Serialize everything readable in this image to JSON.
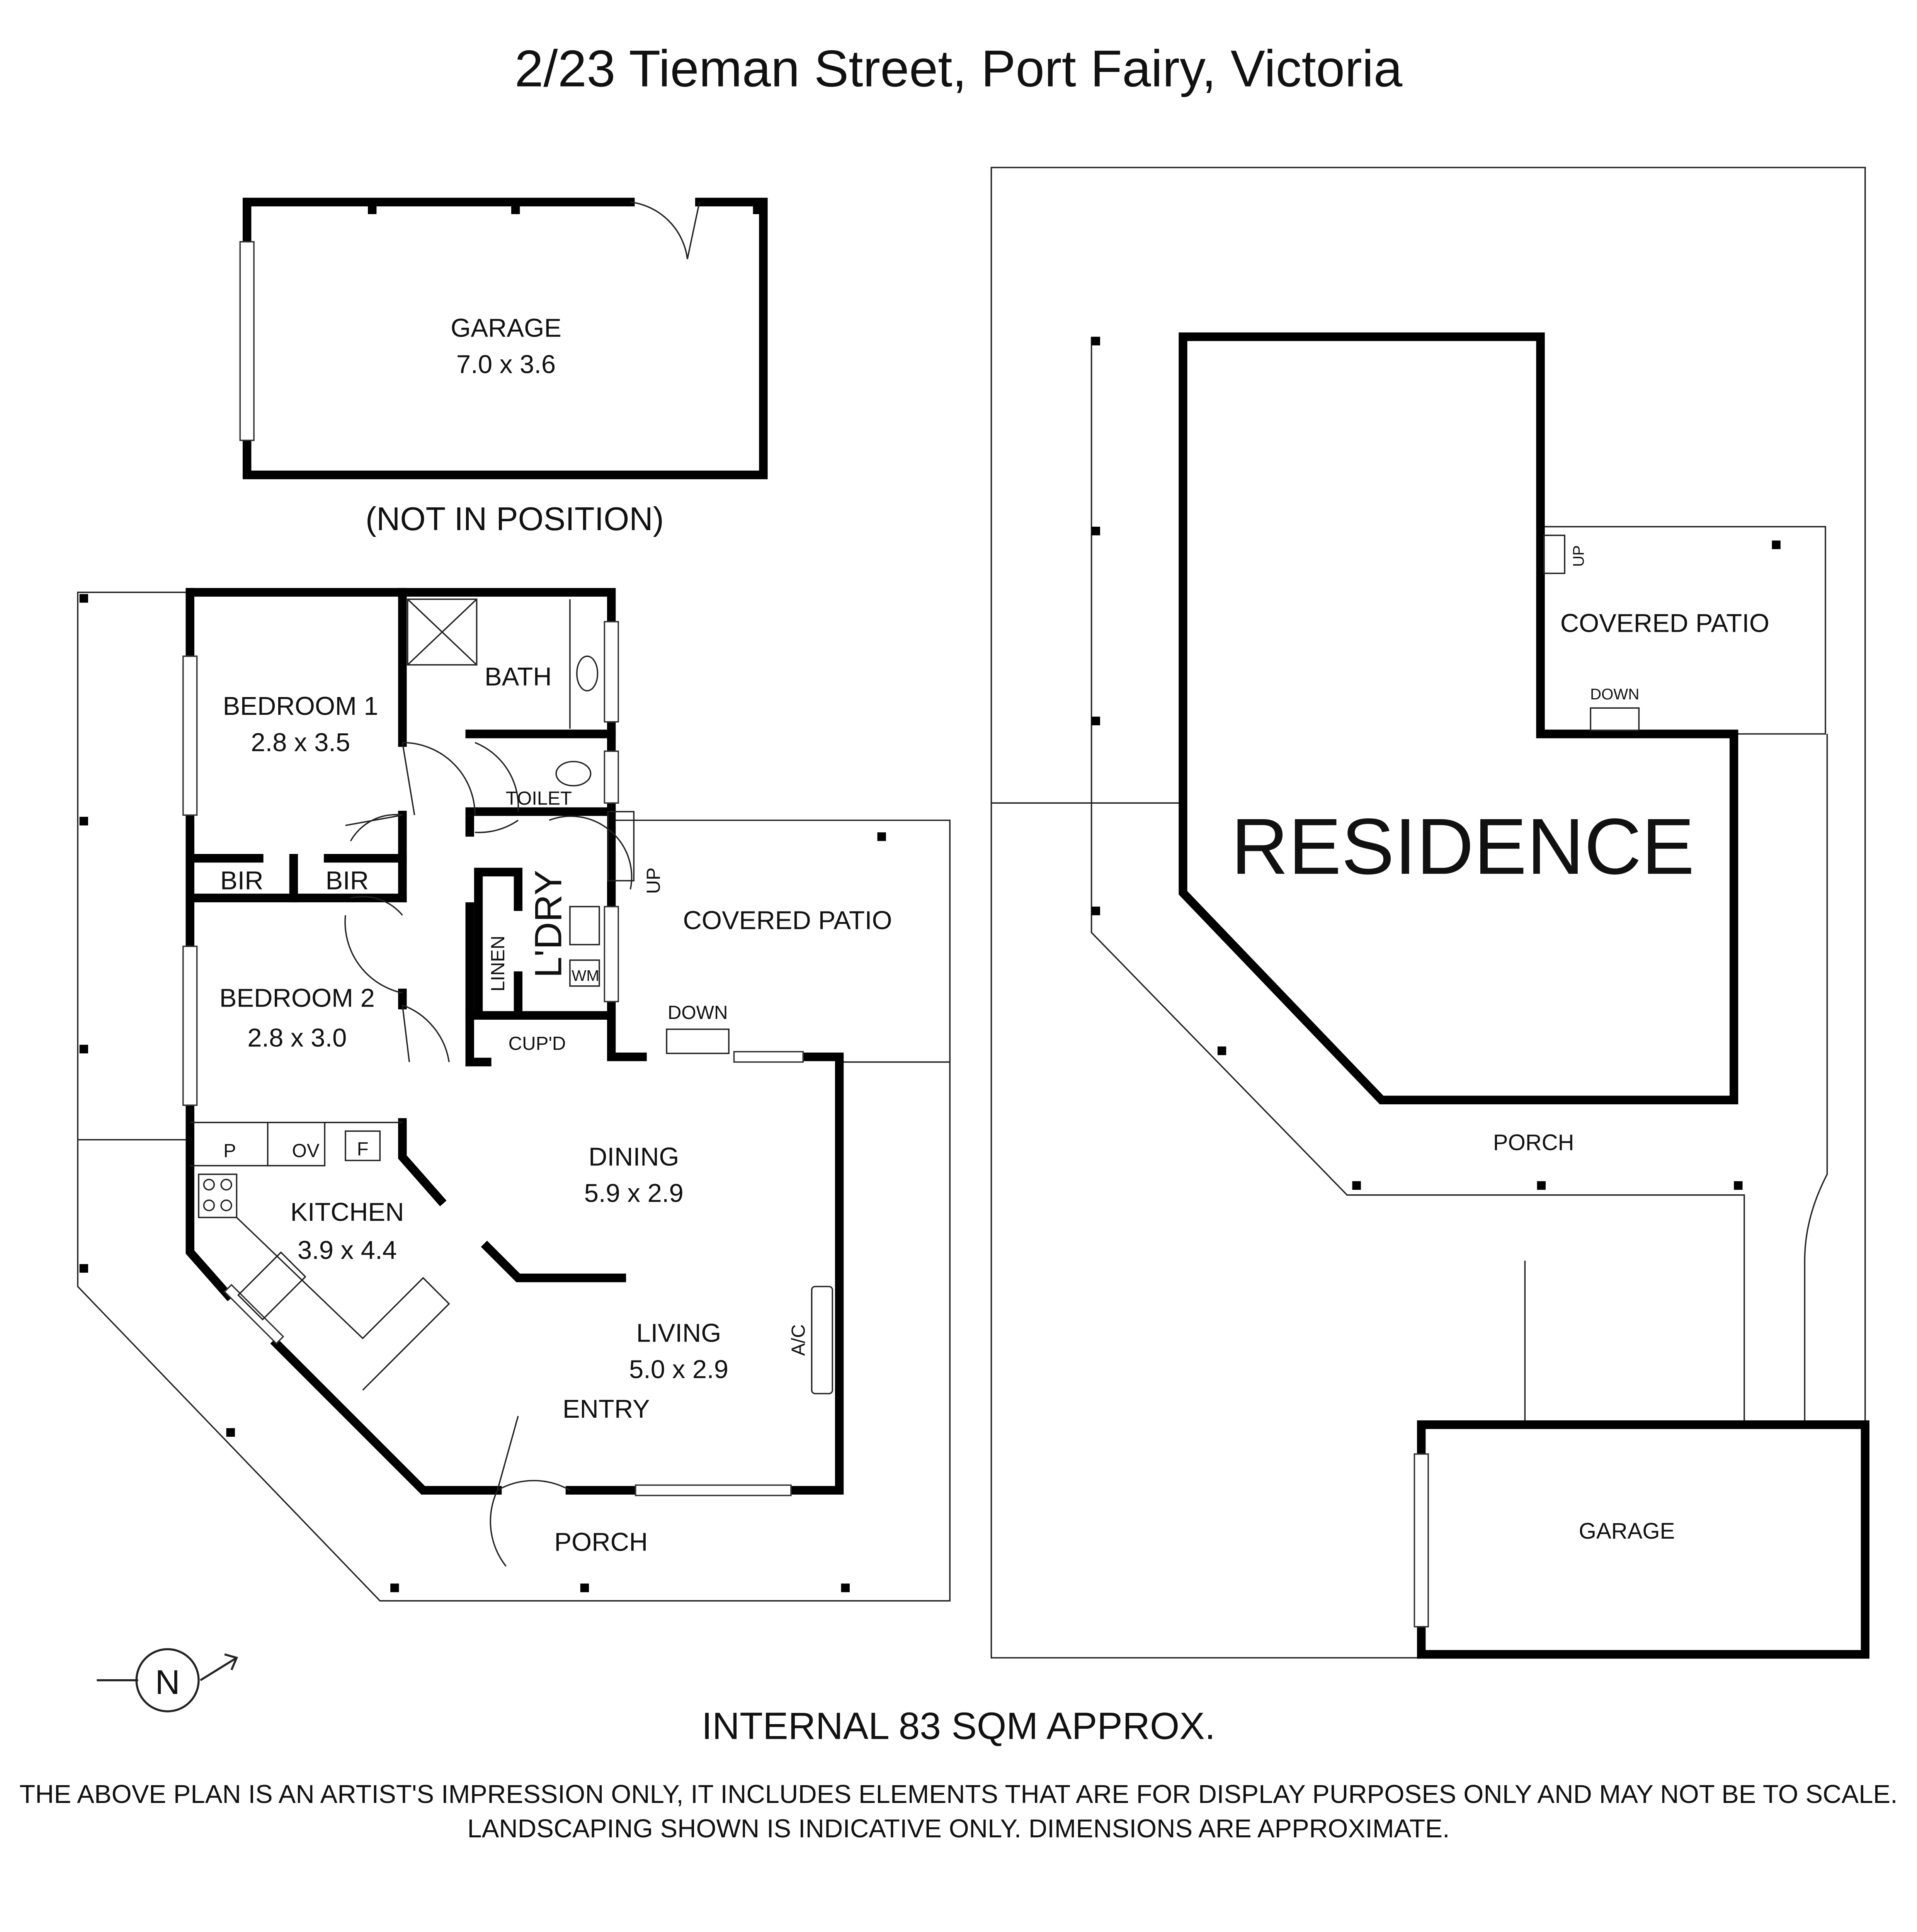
{
  "title": "2/23 Tieman Street, Port Fairy, Victoria",
  "garage_detached": {
    "name": "GARAGE",
    "size": "7.0 x 3.6",
    "note": "(NOT IN POSITION)"
  },
  "rooms": {
    "bedroom1": {
      "name": "BEDROOM 1",
      "size": "2.8 x 3.5"
    },
    "bedroom2": {
      "name": "BEDROOM 2",
      "size": "2.8 x 3.0"
    },
    "bath": "BATH",
    "toilet": "TOILET",
    "laundry": "L'DRY",
    "linen": "LINEN",
    "wm": "WM",
    "cupd": "CUP'D",
    "bir": "BIR",
    "pantry": "P",
    "oven": "OV",
    "fridge": "F",
    "kitchen": {
      "name": "KITCHEN",
      "size": "3.9 x 4.4"
    },
    "dining": {
      "name": "DINING",
      "size": "5.9 x 2.9"
    },
    "living": {
      "name": "LIVING",
      "size": "5.0 x 2.9"
    },
    "entry": "ENTRY",
    "ac": "A/C",
    "covered_patio": "COVERED PATIO",
    "up": "UP",
    "down": "DOWN",
    "porch": "PORCH"
  },
  "site": {
    "residence": "RESIDENCE",
    "covered_patio": "COVERED PATIO",
    "up": "UP",
    "down": "DOWN",
    "porch": "PORCH",
    "garage": "GARAGE"
  },
  "compass": "N",
  "area": "INTERNAL 83 SQM APPROX.",
  "disclaimer": [
    "THE ABOVE PLAN IS AN ARTIST'S IMPRESSION ONLY, IT INCLUDES ELEMENTS THAT ARE FOR DISPLAY PURPOSES ONLY AND MAY NOT BE TO SCALE.",
    "LANDSCAPING SHOWN IS INDICATIVE ONLY. DIMENSIONS ARE APPROXIMATE."
  ]
}
